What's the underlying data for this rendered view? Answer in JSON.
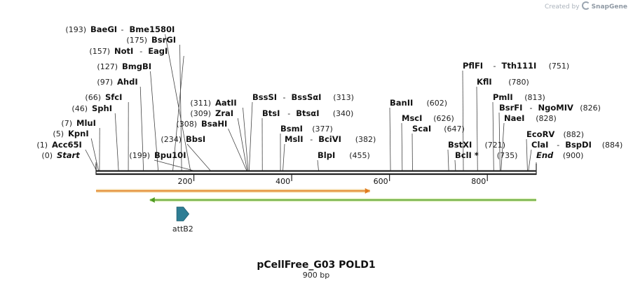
{
  "watermark": {
    "text": "Created by",
    "brand": "SnapGene",
    "logo_icon": "snapgene-logo-icon"
  },
  "map": {
    "name": "pCellFree_G03 POLD1",
    "length_label": "900 bp",
    "length": 900,
    "ticks": [
      200,
      400,
      600,
      800
    ]
  },
  "sites": [
    {
      "pos": "(0)",
      "name": "Start",
      "site": 0,
      "italic": true
    },
    {
      "pos": "(1)",
      "name": "Acc65I",
      "site": 1
    },
    {
      "pos": "(5)",
      "name": "KpnI",
      "site": 5
    },
    {
      "pos": "(7)",
      "name": "MluI",
      "site": 7
    },
    {
      "pos": "(46)",
      "name": "SphI",
      "site": 46
    },
    {
      "pos": "(66)",
      "name": "SfcI",
      "site": 66
    },
    {
      "pos": "(97)",
      "name": "AhdI",
      "site": 97
    },
    {
      "pos": "(127)",
      "name": "BmgBI",
      "site": 127
    },
    {
      "pos": "(157)",
      "name": "NotI",
      "name2": "EagI",
      "site": 157
    },
    {
      "pos": "(175)",
      "name": "BsrGI",
      "site": 175
    },
    {
      "pos": "(193)",
      "name": "BaeGI",
      "name2": "Bme1580I",
      "site": 193
    },
    {
      "pos": "(199)",
      "name": "Bpu10I",
      "site": 199
    },
    {
      "pos": "(234)",
      "name": "BbsI",
      "site": 234
    },
    {
      "pos": "(308)",
      "name": "BsaHI",
      "site": 308
    },
    {
      "pos": "(309)",
      "name": "ZraI",
      "site": 309
    },
    {
      "pos": "(311)",
      "name": "AatII",
      "site": 311
    },
    {
      "pos": "(313)",
      "name": "BssSI",
      "name2": "BssSαI",
      "site": 313
    },
    {
      "pos": "(340)",
      "name": "BtsI",
      "name2": "BtsαI",
      "site": 340
    },
    {
      "pos": "(377)",
      "name": "BsmI",
      "site": 377
    },
    {
      "pos": "(382)",
      "name": "MslI",
      "name2": "BciVI",
      "site": 382
    },
    {
      "pos": "(455)",
      "name": "BlpI",
      "site": 455
    },
    {
      "pos": "(602)",
      "name": "BanII",
      "site": 602
    },
    {
      "pos": "(626)",
      "name": "MscI",
      "site": 626
    },
    {
      "pos": "(647)",
      "name": "ScaI",
      "site": 647
    },
    {
      "pos": "(721)",
      "name": "BstXI",
      "site": 721
    },
    {
      "pos": "(735)",
      "name": "BclI *",
      "site": 735
    },
    {
      "pos": "(751)",
      "name": "PflFI",
      "name2": "Tth111I",
      "site": 751
    },
    {
      "pos": "(780)",
      "name": "KflI",
      "site": 780
    },
    {
      "pos": "(813)",
      "name": "PmlI",
      "site": 813
    },
    {
      "pos": "(826)",
      "name": "BsrFI",
      "name2": "NgoMIV",
      "site": 826
    },
    {
      "pos": "(828)",
      "name": "NaeI",
      "site": 828
    },
    {
      "pos": "(882)",
      "name": "EcoRV",
      "site": 882
    },
    {
      "pos": "(884)",
      "name": "ClaI",
      "name2": "BspDI",
      "site": 884
    },
    {
      "pos": "(900)",
      "name": "End",
      "site": 900,
      "italic": true
    }
  ],
  "features": [
    {
      "name": "orange-arrow",
      "start": 0,
      "end": 560,
      "direction": "right",
      "color": "#e07a1f",
      "fill": "#f4d9a6"
    },
    {
      "name": "green-arrow",
      "start": 110,
      "end": 900,
      "direction": "left",
      "color": "#4c9a1e",
      "fill": "#dbeeb8"
    },
    {
      "name": "attB2",
      "label": "attB2",
      "start": 165,
      "end": 190,
      "direction": "right",
      "color": "#2e7d94"
    }
  ]
}
